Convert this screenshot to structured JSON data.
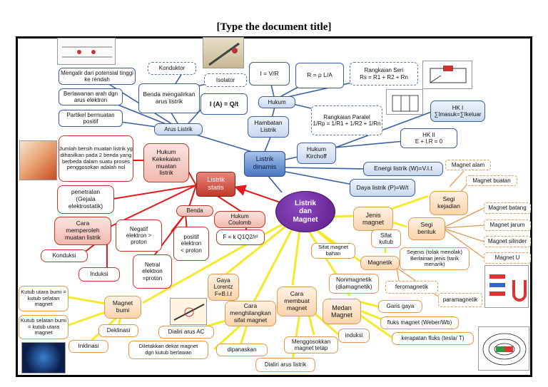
{
  "document": {
    "title": "[Type the document title]"
  },
  "center": {
    "label": "Listrik\ndan\nMagnet"
  },
  "dinamis": {
    "label": "Listrik\ndinamis",
    "arus": "Arus Listrik",
    "arus_desc": [
      "Mengalir dari potensial tinggi ke rendah",
      "Berlawanan    arah dgn arus elektron",
      "Partikel bermuatan positif"
    ],
    "benda": "Benda mengalirkan arus listrik",
    "konduktor": "Konduktor",
    "isolator": "Isolator",
    "arus_formula": "I (A) = Q/t",
    "hukum": "Hukum",
    "ohm": "I = V/R",
    "hambatan_formula": "R = ρ L/A",
    "seri": "Rangkaian Seri\nRs = R1 + R2 + Rn",
    "paralel": "Rangkaian Paralel\n1/Rp = 1/R1 + 1/R2 + 1/Rn",
    "hambatan": "Hambatan\nListrik",
    "kirchoff": "Hukum\nKirchoff",
    "hk1": "HK I\n∑Imasuk=∑Ikeluar",
    "hk2": "HK II\nE + I.R = 0",
    "energi": "Energi listrik (W)=V.I.t",
    "daya": "Daya listrik (P)=W/t"
  },
  "statis": {
    "label": "Listrik\nstatis",
    "kekekalan": "Hukum\nKekekalan\nmuatan\nlistrik",
    "kekekalan_desc": "Jumlah bersih muatan listrik yg dihasilkan pada 2 benda yang berbeda dalam suatu proses penggosokan adalah nol",
    "penetralan": "penetralan\n(Gejala\nelektrostatik)",
    "cara": "Cara\nmemperoleh\nmuatan listrik",
    "konduksi": "Konduksi",
    "induksi": "Induksi",
    "benda": "Benda",
    "negatif": "Negatif\nelektron >\nproton",
    "positif": "positif\nelektron\n< proton",
    "netral": "Netral\nelektron\n=proton",
    "coulomb": "Hukum\nCoulomb",
    "coulomb_formula": "F = k Q1Q2/r²"
  },
  "magnet": {
    "jenis": "Jenis\nmagnet",
    "kejadian": "Segi\nkejadian",
    "alam": "Magnet alam",
    "buatan": "Magnet buatan",
    "bentuk": "Segi\nbentuk",
    "shapes": [
      "Magnet batang",
      "Magnet jarum",
      "Magnet silinder",
      "Magnet U"
    ],
    "sifat_kutub": "Sifat\nkutub",
    "sejenis": "Sejenis (tolak menolak)\nBerlainan jenis (tarik\nmenarik)",
    "sifat_bahan": "Sifat magnet\nbahan",
    "magnetik": "Magnetik",
    "nonmagnetik": "Nonmagnetik\n(diamagnetik)",
    "fero": "feromagnetik",
    "para": "paramagnetik",
    "medan": "Medan\nMagnet",
    "garis": "Garis gaya",
    "fluks": "fluks magnet (Weber/Wb)",
    "kerapatan": "kerapatan fluks (tesla/ T)",
    "cara_buat": "Cara\nmembuat\nmagnet",
    "gosok": "Menggosokkan\nmagnet tetap",
    "induksi": "induksi",
    "arus": "Dialiri arus listrik",
    "cara_hilang": "Cara\nmenghilangkan\nsifat magnet",
    "dialiri_ac": "Dialiri arus AC",
    "diletakkan": "Diletakkan dekat magnet\ndgn kutub berlawan",
    "dipanaskan": "dipanaskan",
    "lorentz": "Gaya\nLorentz\nF=B.I.ℓ",
    "bumi": "Magnet\nbumi",
    "utara": "Kutub utara bumi =\nkutub selatan\nmagnet",
    "selatan": "Kutub selatan bumi\n= kutub utara\nmagnet",
    "deklinasi": "Deklinasi",
    "inklinasi": "Inklinasi"
  },
  "colors": {
    "blue": "#3a5f9e",
    "red": "#e01b1b",
    "yellow": "#f4ea2a",
    "purple": "#6a2a97",
    "orange": "#e39a4c"
  }
}
